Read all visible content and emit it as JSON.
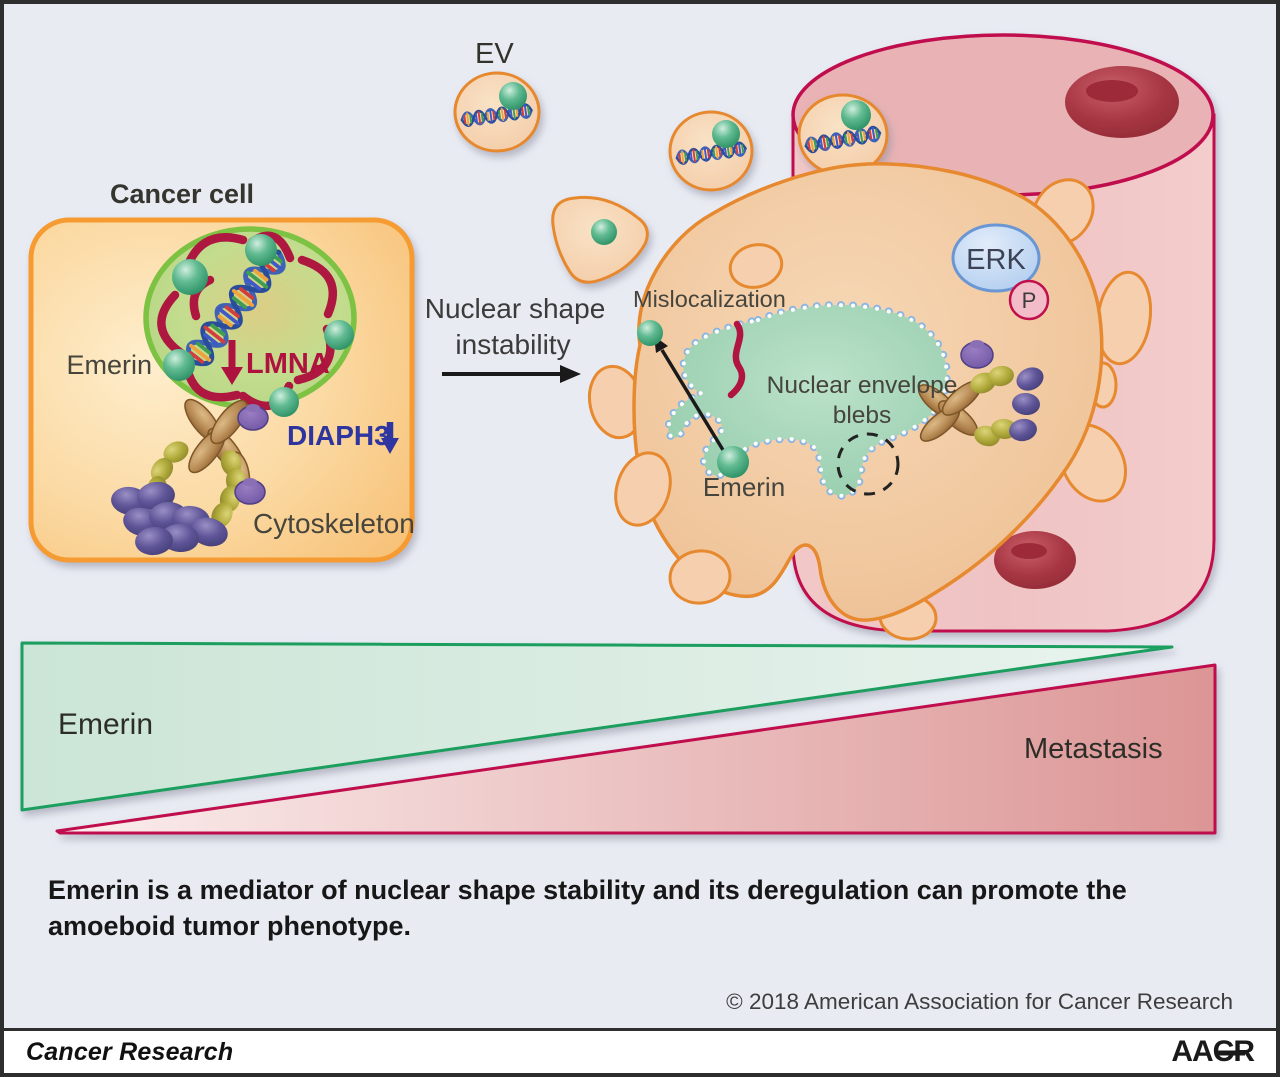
{
  "ev": {
    "label": "EV"
  },
  "cancer_cell": {
    "title": "Cancer cell",
    "emerin_label": "Emerin",
    "lmna_label": "LMNA",
    "diaph3_label": "DIAPH3",
    "cytoskeleton_label": "Cytoskeleton"
  },
  "transition": {
    "line1": "Nuclear shape",
    "line2": "instability"
  },
  "tumor_cell": {
    "mislocalization_label": "Mislocalization",
    "nuclear_envelope_line1": "Nuclear envelope",
    "nuclear_envelope_line2": "blebs",
    "emerin_label": "Emerin",
    "erk_label": "ERK",
    "p_label": "P"
  },
  "gradient_bars": {
    "emerin_label": "Emerin",
    "metastasis_label": "Metastasis"
  },
  "caption": {
    "line1": "Emerin is a mediator of nuclear shape stability and its deregulation can promote the",
    "line2": "amoeboid tumor phenotype."
  },
  "copyright": "© 2018 American Association for Cancer Research",
  "footer": {
    "journal": "Cancer Research",
    "logo": "AACR"
  },
  "colors": {
    "background": "#e9ebf3",
    "crimson": "#b01441",
    "vessel_stroke": "#c00f4d",
    "orange_stroke": "#e6892f",
    "box_border": "#f59b30",
    "green_stroke": "#7dc243",
    "teal_sphere": "#2e9165",
    "diaph3_blue": "#2e34a0",
    "triangle_green": "#1b9e5f"
  }
}
